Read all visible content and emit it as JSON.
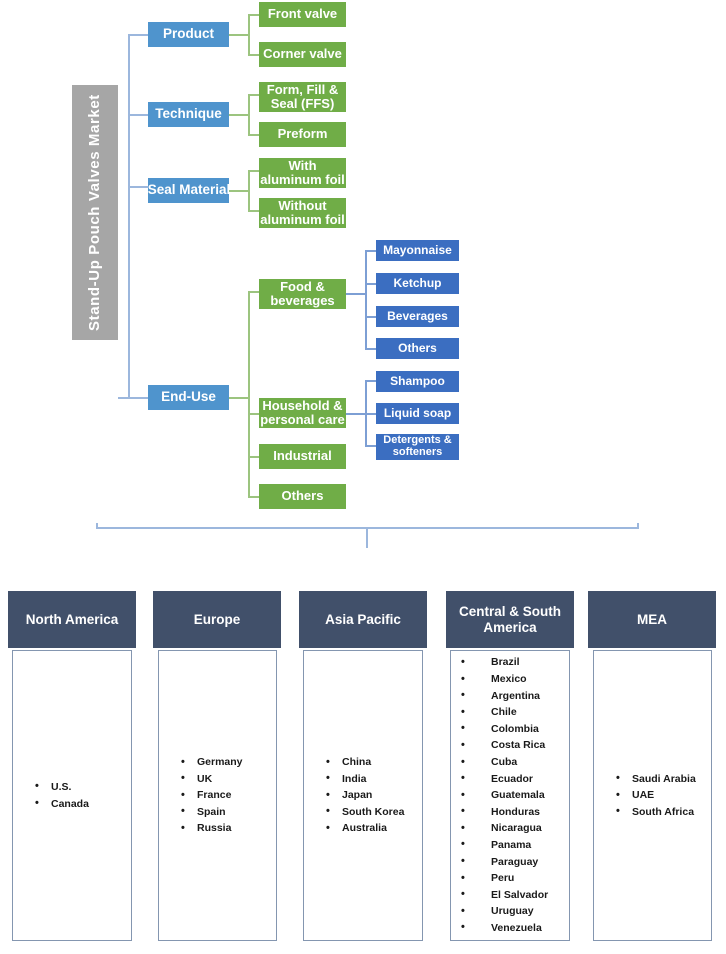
{
  "diagram": {
    "root": {
      "label": "Stand-Up Pouch Valves Market"
    },
    "segments": [
      {
        "label": "Product",
        "children": [
          {
            "label": "Front valve"
          },
          {
            "label": "Corner valve"
          }
        ]
      },
      {
        "label": "Technique",
        "children": [
          {
            "label": "Form, Fill & Seal (FFS)"
          },
          {
            "label": "Preform"
          }
        ]
      },
      {
        "label": "Seal Material",
        "children": [
          {
            "label": "With aluminum foil"
          },
          {
            "label": "Without aluminum foil"
          }
        ]
      },
      {
        "label": "End-Use",
        "children": [
          {
            "label": "Food & beverages",
            "children": [
              {
                "label": "Mayonnaise"
              },
              {
                "label": "Ketchup"
              },
              {
                "label": "Beverages"
              },
              {
                "label": "Others"
              }
            ]
          },
          {
            "label": "Household & personal care",
            "children": [
              {
                "label": "Shampoo"
              },
              {
                "label": "Liquid soap"
              },
              {
                "label": "Detergents & softeners"
              }
            ]
          },
          {
            "label": "Industrial"
          },
          {
            "label": "Others"
          }
        ]
      }
    ]
  },
  "regions": [
    {
      "name": "North America",
      "countries": [
        "U.S.",
        "Canada"
      ]
    },
    {
      "name": "Europe",
      "countries": [
        "Germany",
        "UK",
        "France",
        "Spain",
        "Russia"
      ]
    },
    {
      "name": "Asia Pacific",
      "countries": [
        "China",
        "India",
        "Japan",
        "South Korea",
        "Australia"
      ]
    },
    {
      "name": "Central & South America",
      "countries": [
        "Brazil",
        "Mexico",
        "Argentina",
        "Chile",
        "Colombia",
        "Costa Rica",
        "Cuba",
        "Ecuador",
        "Guatemala",
        "Honduras",
        "Nicaragua",
        "Panama",
        "Paraguay",
        "Peru",
        "El Salvador",
        "Uruguay",
        "Venezuela"
      ]
    },
    {
      "name": "MEA",
      "countries": [
        "Saudi Arabia",
        "UAE",
        "South Africa"
      ]
    }
  ],
  "colors": {
    "root": "#a6a6a6",
    "level1": "#4f94cd",
    "level2": "#70ad47",
    "level3": "#3b6ec1",
    "region_header": "#41506a",
    "region_border": "#8496b0",
    "connector_blue": "#9cb7dd",
    "connector_green": "#9cc47f"
  }
}
